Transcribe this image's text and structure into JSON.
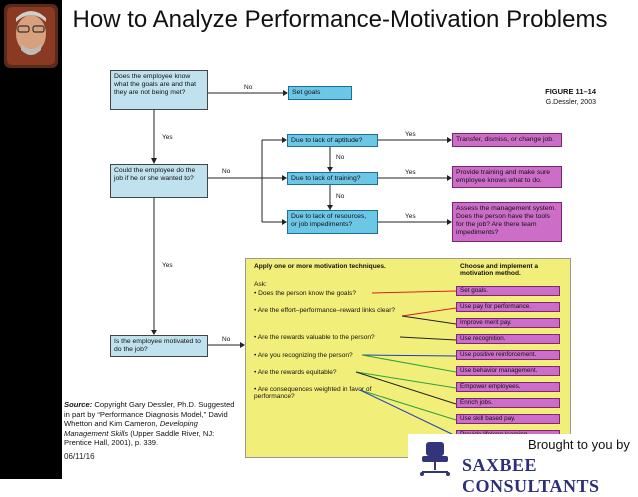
{
  "slide": {
    "title": "How to Analyze Performance-Motivation Problems",
    "figure_label": "FIGURE 11–14",
    "figure_credit": "G.Dessler, 2003",
    "source_label": "Source:",
    "source_text": " Copyright Gary Dessler, Ph.D. Suggested in part by “Performance Diagnosis Model,” David Whetton and Kim Cameron, ",
    "source_book": "Developing Management Skills",
    "source_tail": " (Upper Saddle River, NJ: Prentice Hall, 2001), p. 339.",
    "date": "06/11/16",
    "brought_by": "Brought to you by",
    "company": "SAXBEE CONSULTANTS"
  },
  "flow": {
    "q1": "Does the employee know what the goals are and that they are not being met?",
    "q2": "Could the employee do the job if he or she wanted to?",
    "q3": "Is the employee motivated to do the job?",
    "set_goals": "Set goals",
    "aptitude": "Due to lack of aptitude?",
    "training": "Due to lack of training?",
    "resources": "Due to lack of resources, or job impediments?",
    "transfer": "Transfer, dismiss, or change job.",
    "provide_training": "Provide training and make sure employee knows what to do.",
    "assess": "Assess the management system. Does the person have the tools for the job? Are there team impediments?",
    "yes": "Yes",
    "no": "No",
    "tech_title": "Apply one or more motivation techniques.",
    "ask": "Ask:",
    "questions": [
      "• Does the person know the goals?",
      "• Are the effort–performance–reward links clear?",
      "• Are the rewards valuable to the person?",
      "• Are you recognizing the person?",
      "• Are the rewards equitable?",
      "• Are consequences weighted in favor of performance?"
    ],
    "method_title": "Choose and implement a motivation method.",
    "methods": [
      "Set goals.",
      "Use pay for performance.",
      "Improve merit pay.",
      "Use recognition.",
      "Use positive reinforcement.",
      "Use behavior management.",
      "Empower employees.",
      "Enrich jobs.",
      "Use skill based pay.",
      "Provide lifelong learning."
    ]
  }
}
